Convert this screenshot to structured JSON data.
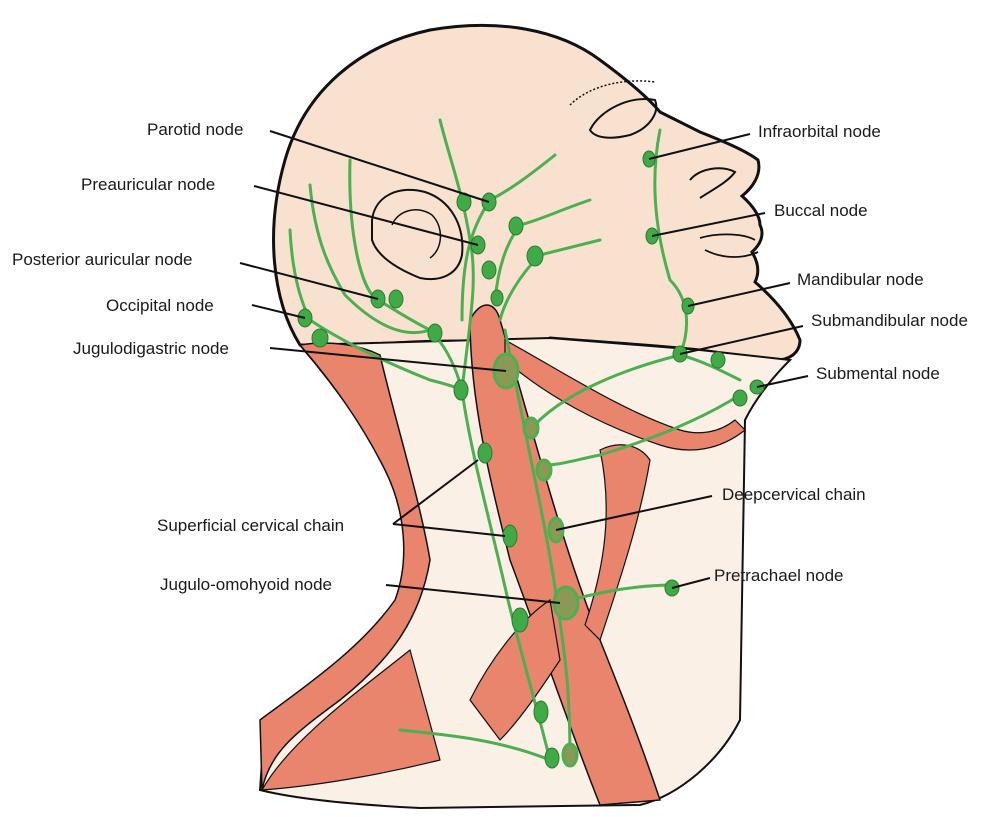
{
  "colors": {
    "skin": "#f8e2cf",
    "muscle": "#e9846d",
    "lymph": "#4caf50",
    "node_fill": "#3faa46",
    "deep_node_fill": "#8a9a55",
    "outline": "#111111"
  },
  "labels": {
    "parotid": "Parotid node",
    "preauricular": "Preauricular node",
    "posterior_auricular": "Posterior auricular node",
    "occipital": "Occipital node",
    "jugulodigastric": "Jugulodigastric node",
    "superficial_cervical": "Superficial cervical chain",
    "jugulo_omohyoid": "Jugulo-omohyoid node",
    "infraorbital": "Infraorbital node",
    "buccal": "Buccal node",
    "mandibular": "Mandibular node",
    "submandibular": "Submandibular node",
    "submental": "Submental node",
    "deep_cervical": "Deepcervical chain",
    "pretracheal": "Pretrachael node"
  }
}
